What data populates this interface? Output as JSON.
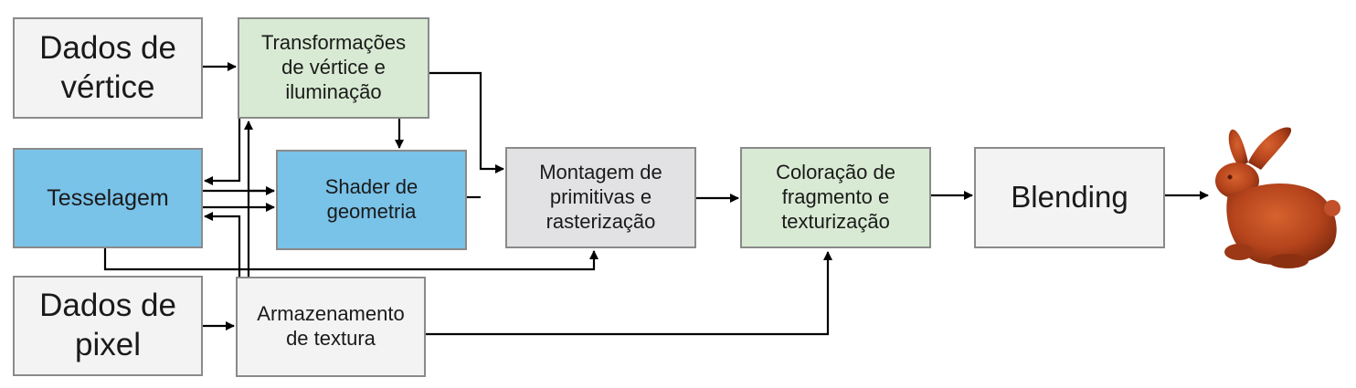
{
  "nodes": {
    "vertex_data": "Dados de\nvértice",
    "vertex_transform": "Transformações\nde vértice e\niluminação",
    "tessellation": "Tesselagem",
    "geometry_shader": "Shader de\ngeometria",
    "primitive_assembly": "Montagem de\nprimitivas e\nrasterização",
    "fragment_coloring": "Coloração de\nfragmento e\ntexturização",
    "blending": "Blending",
    "pixel_data": "Dados de\npixel",
    "texture_storage": "Armazenamento\nde textura"
  },
  "colors": {
    "input_box": "#f3f3f4",
    "programmable_box": "#79c2e8",
    "fixed_box": "#d8ead3",
    "raster_box": "#e2e2e4",
    "arrow": "#000000",
    "bunny": "#b5441c"
  },
  "output_image_icon": "stanford-bunny-icon"
}
